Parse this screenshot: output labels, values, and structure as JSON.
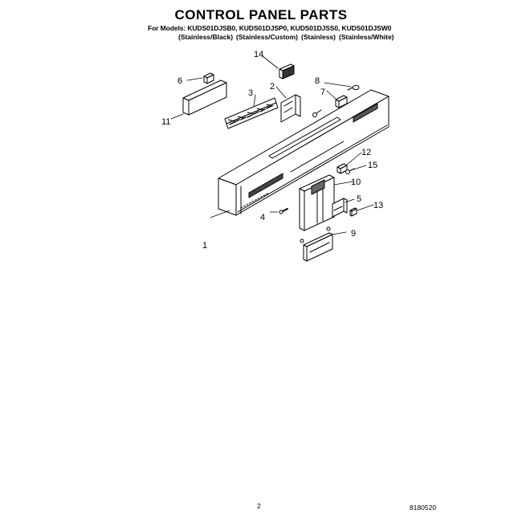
{
  "header": {
    "title": "CONTROL PANEL PARTS",
    "models_prefix": "For Models:",
    "models": [
      "KUDS01DJSB0,",
      "KUDS01DJSP0,",
      "KUDS01DJSS0,",
      "KUDS01DJSW0"
    ],
    "variants": [
      "(Stainless/Black)",
      "(Stainless/Custom)",
      "(Stainless)",
      "(Stainless/White)"
    ]
  },
  "callouts": [
    {
      "id": "1",
      "label": "1"
    },
    {
      "id": "2",
      "label": "2"
    },
    {
      "id": "3",
      "label": "3"
    },
    {
      "id": "4",
      "label": "4"
    },
    {
      "id": "5",
      "label": "5"
    },
    {
      "id": "6",
      "label": "6"
    },
    {
      "id": "7",
      "label": "7"
    },
    {
      "id": "8",
      "label": "8"
    },
    {
      "id": "9",
      "label": "9"
    },
    {
      "id": "10",
      "label": "10"
    },
    {
      "id": "11",
      "label": "11"
    },
    {
      "id": "12",
      "label": "12"
    },
    {
      "id": "13",
      "label": "13"
    },
    {
      "id": "14",
      "label": "14"
    },
    {
      "id": "15",
      "label": "15"
    }
  ],
  "footer": {
    "page_number": "2",
    "document_code": "8180520"
  }
}
